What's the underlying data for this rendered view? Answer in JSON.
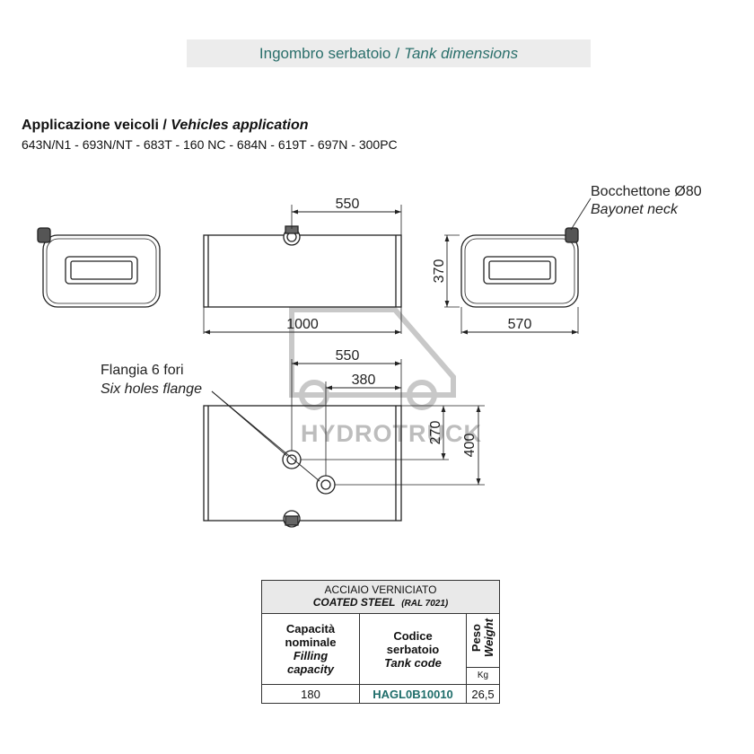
{
  "title": {
    "it": "Ingombro serbatoio",
    "sep": "/",
    "en": "Tank dimensions"
  },
  "application": {
    "it": "Applicazione veicoli",
    "sep": "/",
    "en": "Vehicles application",
    "models": "643N/N1 - 693N/NT - 683T - 160 NC - 684N - 619T - 697N - 300PC"
  },
  "dimensions": {
    "top_length": "550",
    "total_length": "1000",
    "height": "370",
    "depth": "570",
    "flange_550": "550",
    "flange_380": "380",
    "flange_270": "270",
    "flange_400": "400"
  },
  "annotations": {
    "neck_it": "Bocchettone Ø80",
    "neck_en": "Bayonet neck",
    "flange_it": "Flangia 6 fori",
    "flange_en": "Six holes flange"
  },
  "watermark": "HYDROTRUCK",
  "table": {
    "material_it": "ACCIAIO VERNICIATO",
    "material_en": "COATED STEEL",
    "ral": "(RAL 7021)",
    "capacity_it_1": "Capacità",
    "capacity_it_2": "nominale",
    "capacity_en_1": "Filling",
    "capacity_en_2": "capacity",
    "code_it_1": "Codice",
    "code_it_2": "serbatoio",
    "code_en": "Tank code",
    "weight_it": "Peso",
    "weight_en": "Weight",
    "unit": "Kg",
    "rows": [
      {
        "capacity": "180",
        "code": "HAGL0B10010",
        "weight": "26,5"
      }
    ]
  },
  "colors": {
    "title_text": "#2a6f6b",
    "title_bg": "#ececec",
    "code": "#1e6d6a",
    "line": "#222222",
    "watermark": "#bdbdbd"
  }
}
